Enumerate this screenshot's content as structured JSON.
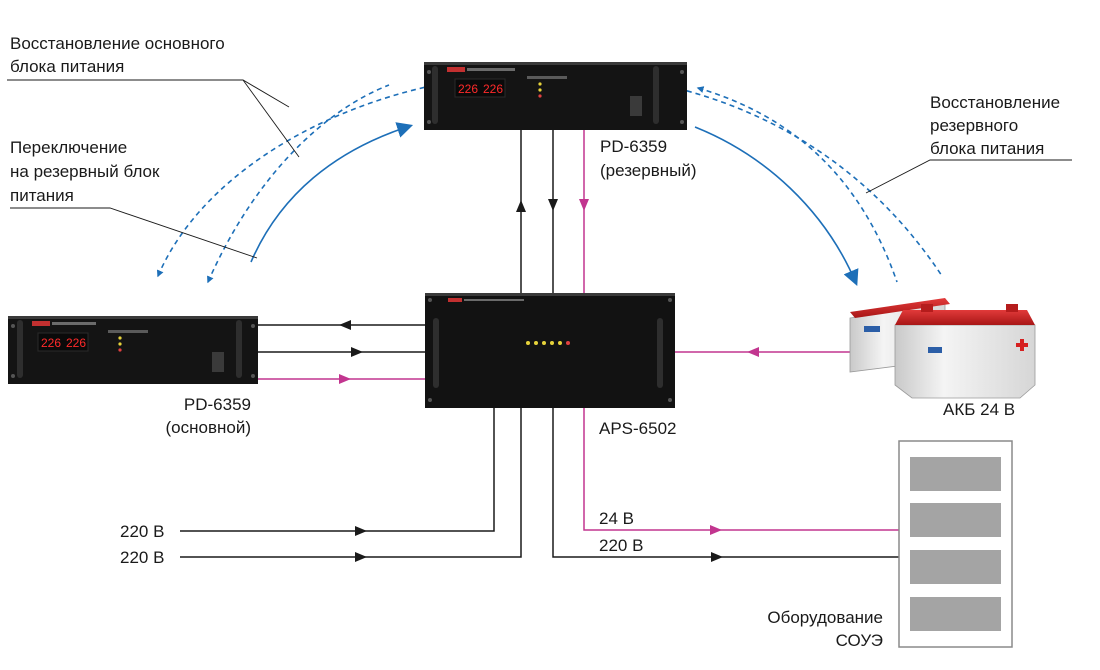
{
  "labels": {
    "restore_main_line1": "Восстановление основного",
    "restore_main_line2": "блока питания",
    "switch_line1": "Переключение",
    "switch_line2": "на резервный блок",
    "switch_line3": "питания",
    "restore_reserve_line1": "Восстановление",
    "restore_reserve_line2": "резервного",
    "restore_reserve_line3": "блока питания",
    "pd_reserve_model": "PD-6359",
    "pd_reserve_role": "(резервный)",
    "pd_main_model": "PD-6359",
    "pd_main_role": "(основной)",
    "aps_model": "APS-6502",
    "battery": "АКБ 24 В",
    "input1": "220 В",
    "input2": "220 В",
    "out_24v": "24 В",
    "out_220v": "220 В",
    "equipment_line1": "Оборудование",
    "equipment_line2": "СОУЭ"
  },
  "devices": {
    "pd_display_left": "226",
    "pd_display_right": "226"
  },
  "colors": {
    "dc_line": "#c2358f",
    "ac_line": "#1a1a1a",
    "arc_blue": "#1d6fb8",
    "rack_body": "#111111"
  }
}
